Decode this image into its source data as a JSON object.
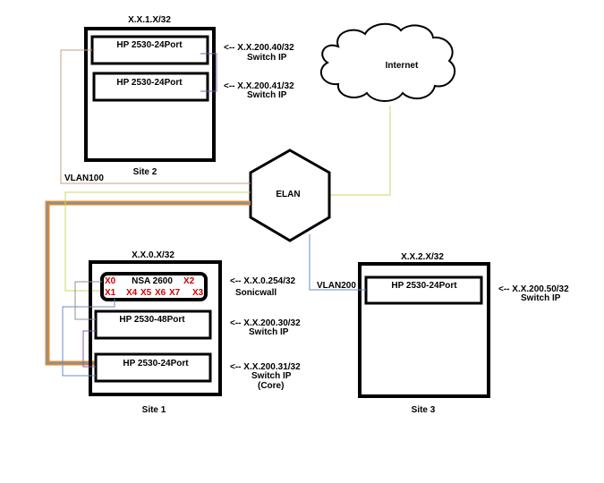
{
  "site2": {
    "subnet": "X.X.1.X/32",
    "name": "Site 2",
    "switch_a": {
      "model": "HP 2530-24Port",
      "ip": "<-- X.X.200.40/32",
      "role": "Switch IP"
    },
    "switch_b": {
      "model": "HP 2530-24Port",
      "ip": "<-- X.X.200.41/32",
      "role": "Switch IP"
    }
  },
  "site1": {
    "subnet": "X.X.0.X/32",
    "name": "Site 1",
    "firewall": {
      "model": "NSA 2600",
      "ip": "<-- X.X.0.254/32",
      "role": "Sonicwall",
      "ports": {
        "x0": "X0",
        "x2": "X2",
        "x1": "X1",
        "x4": "X4",
        "x5": "X5",
        "x6": "X6",
        "x7": "X7",
        "x3": "X3"
      }
    },
    "switch_48": {
      "model": "HP 2530-48Port",
      "ip": "<-- X.X.200.30/32",
      "role": "Switch IP"
    },
    "switch_core": {
      "model": "HP 2530-24Port",
      "ip": "<-- X.X.200.31/32",
      "role": "Switch IP",
      "note": "(Core)"
    }
  },
  "site3": {
    "subnet": "X.X.2.X/32",
    "name": "Site 3",
    "switch": {
      "model": "HP 2530-24Port",
      "ip": "<-- X.X.200.50/32",
      "role": "Switch IP"
    }
  },
  "elan": {
    "label": "ELAN"
  },
  "internet": {
    "label": "Internet"
  },
  "vlans": {
    "vlan100": "VLAN100",
    "vlan200": "VLAN200"
  },
  "colors": {
    "box": "#000000",
    "vlan100": "#c8a080",
    "vlan200": "#6a8cc8",
    "internet_link": "#c8d860",
    "trunk_outer": "#e08a30",
    "trunk_inner": "#909090",
    "port_text": "#d40000",
    "stack_link": "#8060b0"
  }
}
